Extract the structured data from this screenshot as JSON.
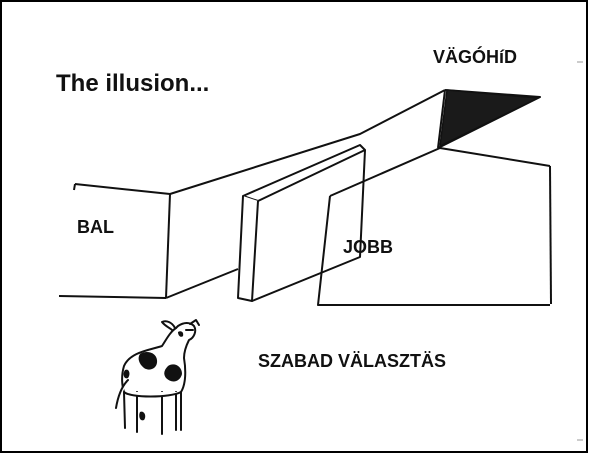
{
  "cartoon": {
    "title": "The illusion...",
    "labels": {
      "destination": "VÄGÓHíD",
      "left_path": "BAL",
      "right_path": "JOBB",
      "bottom_caption": "SZABAD VÄLASZTÄS"
    },
    "palette": {
      "ink": "#111111",
      "background": "#ffffff",
      "frame": "#000000"
    }
  }
}
